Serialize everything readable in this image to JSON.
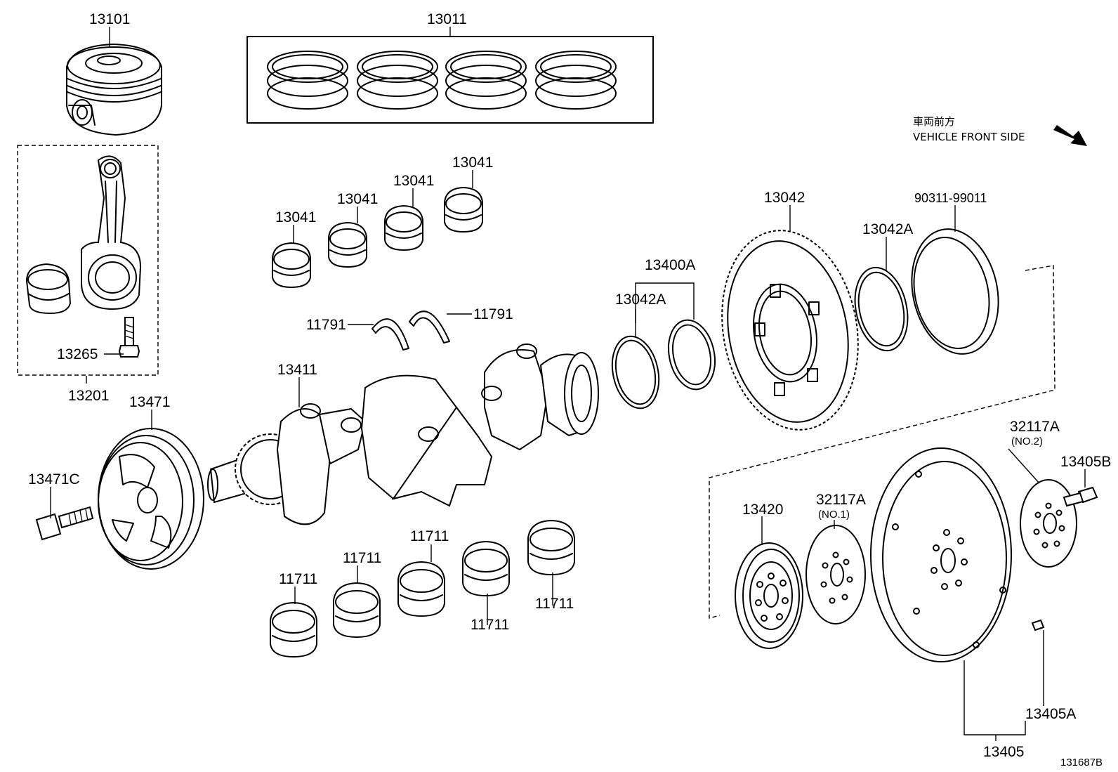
{
  "diagram": {
    "direction_note_jp": "車両前方",
    "direction_note_en": "VEHICLE FRONT SIDE",
    "illustration_id": "131687B",
    "labels": {
      "piston": "13101",
      "ring_set": "13011",
      "conrod_kit": "13201",
      "conrod_bolt": "13265",
      "conrod_bearing_1": "13041",
      "conrod_bearing_2": "13041",
      "conrod_bearing_3": "13041",
      "conrod_bearing_4": "13041",
      "thrust_washer_left": "11791",
      "thrust_washer_right": "11791",
      "crankshaft": "13411",
      "pulley": "13471",
      "pulley_bolt": "13471C",
      "main_bearing_1": "11711",
      "main_bearing_2": "11711",
      "main_bearing_3": "11711",
      "main_bearing_4": "11711",
      "main_bearing_5": "11711",
      "ring_gear_group": "13400A",
      "snap_ring_a": "13042A",
      "ring_gear": "13042",
      "snap_ring_b": "13042A",
      "oil_seal": "90311-99011",
      "spacer_no2": "32117A",
      "spacer_no2_sub": "(NO.2)",
      "flywheel_bolt": "13405B",
      "flywheel_assy": "13420",
      "spacer_no1": "32117A",
      "spacer_no1_sub": "(NO.1)",
      "flywheel_pin": "13405A",
      "flywheel_sub": "13405"
    }
  }
}
